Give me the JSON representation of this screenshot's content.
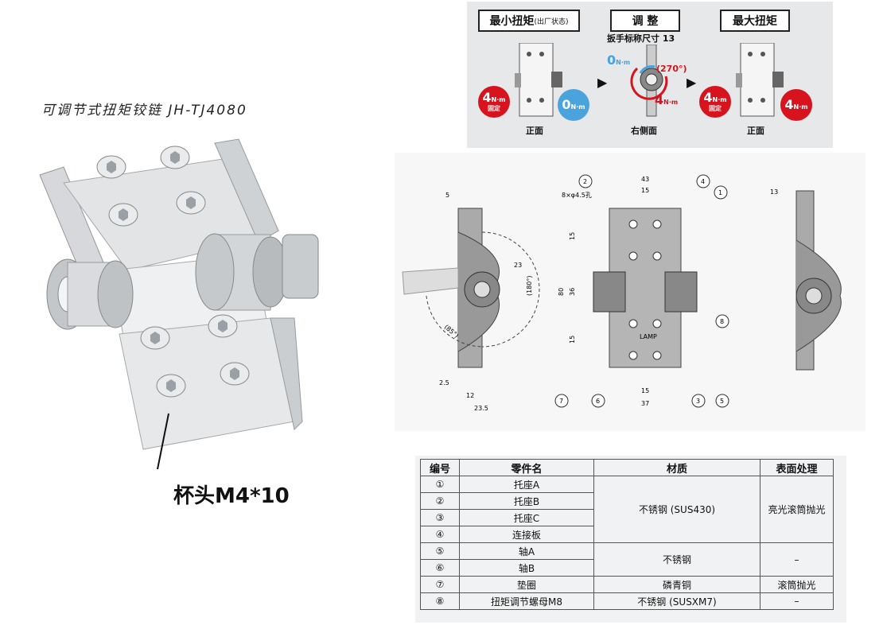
{
  "title": "可调节式扭矩铰链 JH-TJ4080",
  "callout": "杯头M4*10",
  "adjust_panel": {
    "left_header": "最小扭矩",
    "left_header_note": "(出厂状态)",
    "mid_header": "调 整",
    "mid_sub": "扳手标称尺寸 13",
    "right_header": "最大扭矩",
    "front_label_left": "正面",
    "side_label": "右侧面",
    "front_label_right": "正面",
    "fixed_value": "4",
    "unit": "N·m",
    "fixed_note": "固定",
    "zero_value": "0",
    "four_value": "4",
    "angle": "(270°)"
  },
  "drawing": {
    "dims": [
      "5",
      "43",
      "15",
      "13",
      "15",
      "36",
      "80",
      "15",
      "2.5",
      "12",
      "23.5",
      "15",
      "37",
      "23",
      "(180°)",
      "(85°)"
    ],
    "hole_note": "8×φ4.5孔",
    "balloons": [
      "1",
      "2",
      "3",
      "4",
      "5",
      "6",
      "7",
      "8"
    ],
    "marking": "LAMP"
  },
  "table": {
    "headers": [
      "编号",
      "零件名",
      "材质",
      "表面处理"
    ],
    "rows": [
      {
        "no": "①",
        "name": "托座A"
      },
      {
        "no": "②",
        "name": "托座B"
      },
      {
        "no": "③",
        "name": "托座C"
      },
      {
        "no": "④",
        "name": "连接板"
      },
      {
        "no": "⑤",
        "name": "轴A"
      },
      {
        "no": "⑥",
        "name": "轴B"
      },
      {
        "no": "⑦",
        "name": "垫圈"
      },
      {
        "no": "⑧",
        "name": "扭矩调节螺母M8"
      }
    ],
    "materials": [
      "不锈钢 (SUS430)",
      "不锈钢",
      "磷青铜",
      "不锈钢 (SUSXM7)"
    ],
    "finishes": [
      "亮光滚筒抛光",
      "–",
      "滚筒抛光",
      "–"
    ]
  },
  "colors": {
    "red": "#d7131d",
    "blue": "#4aa3dc",
    "panel": "#e7e8ea"
  }
}
